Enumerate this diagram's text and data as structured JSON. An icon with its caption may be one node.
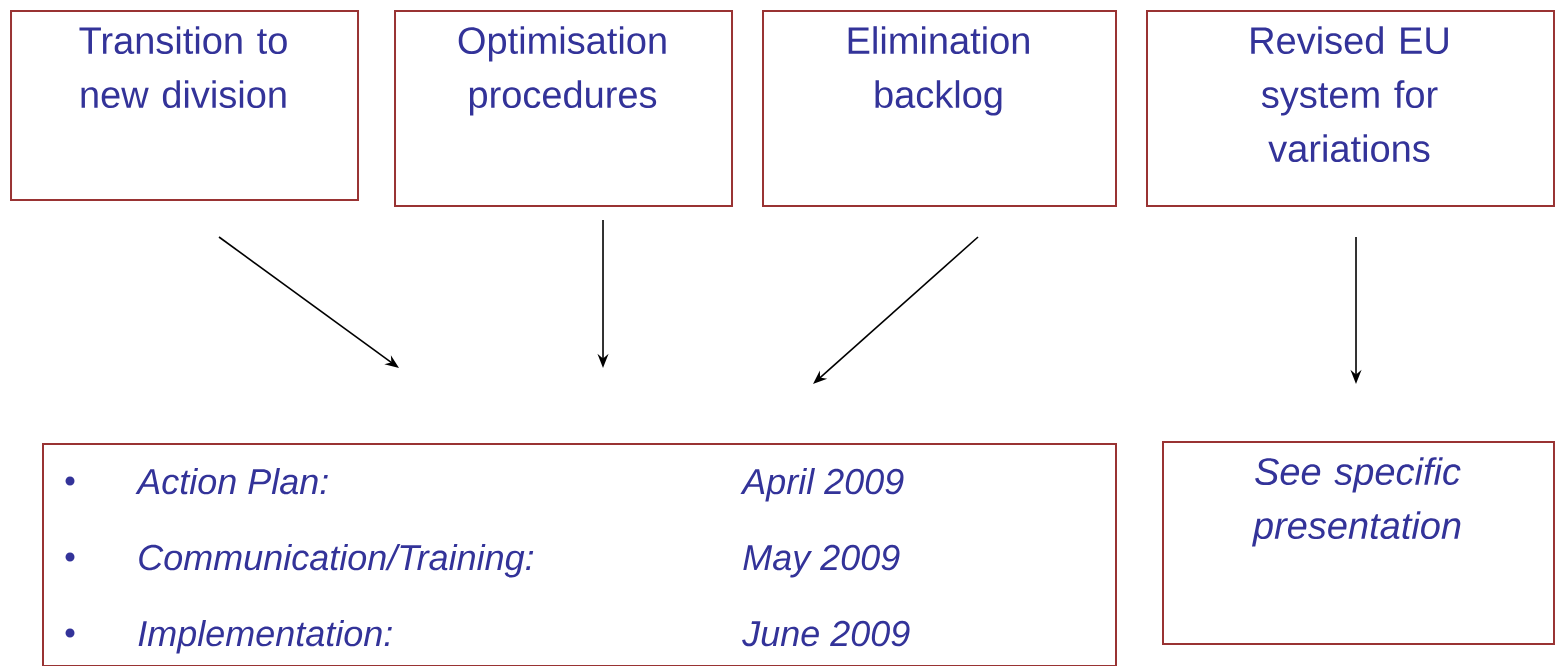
{
  "diagram": {
    "nodes": [
      {
        "text": [
          "Transition to new division"
        ]
      },
      {
        "text": [
          "Optimisation procedures"
        ]
      },
      {
        "text": [
          "Elimination backlog"
        ]
      },
      {
        "text": [
          "Revised EU system for variations"
        ]
      },
      {
        "text": [
          "Action Plan:",
          "April 2009",
          "Communication/Training:",
          "May 2009",
          "Implementation:",
          "June 2009"
        ]
      },
      {
        "text": [
          "See specific presentation"
        ]
      }
    ],
    "edges": [
      {
        "from": 0,
        "to": 4,
        "arrow": "to"
      },
      {
        "from": 1,
        "to": 4,
        "arrow": "to"
      },
      {
        "from": 2,
        "to": 4,
        "arrow": "to"
      },
      {
        "from": 3,
        "to": 5,
        "arrow": "to"
      }
    ]
  }
}
